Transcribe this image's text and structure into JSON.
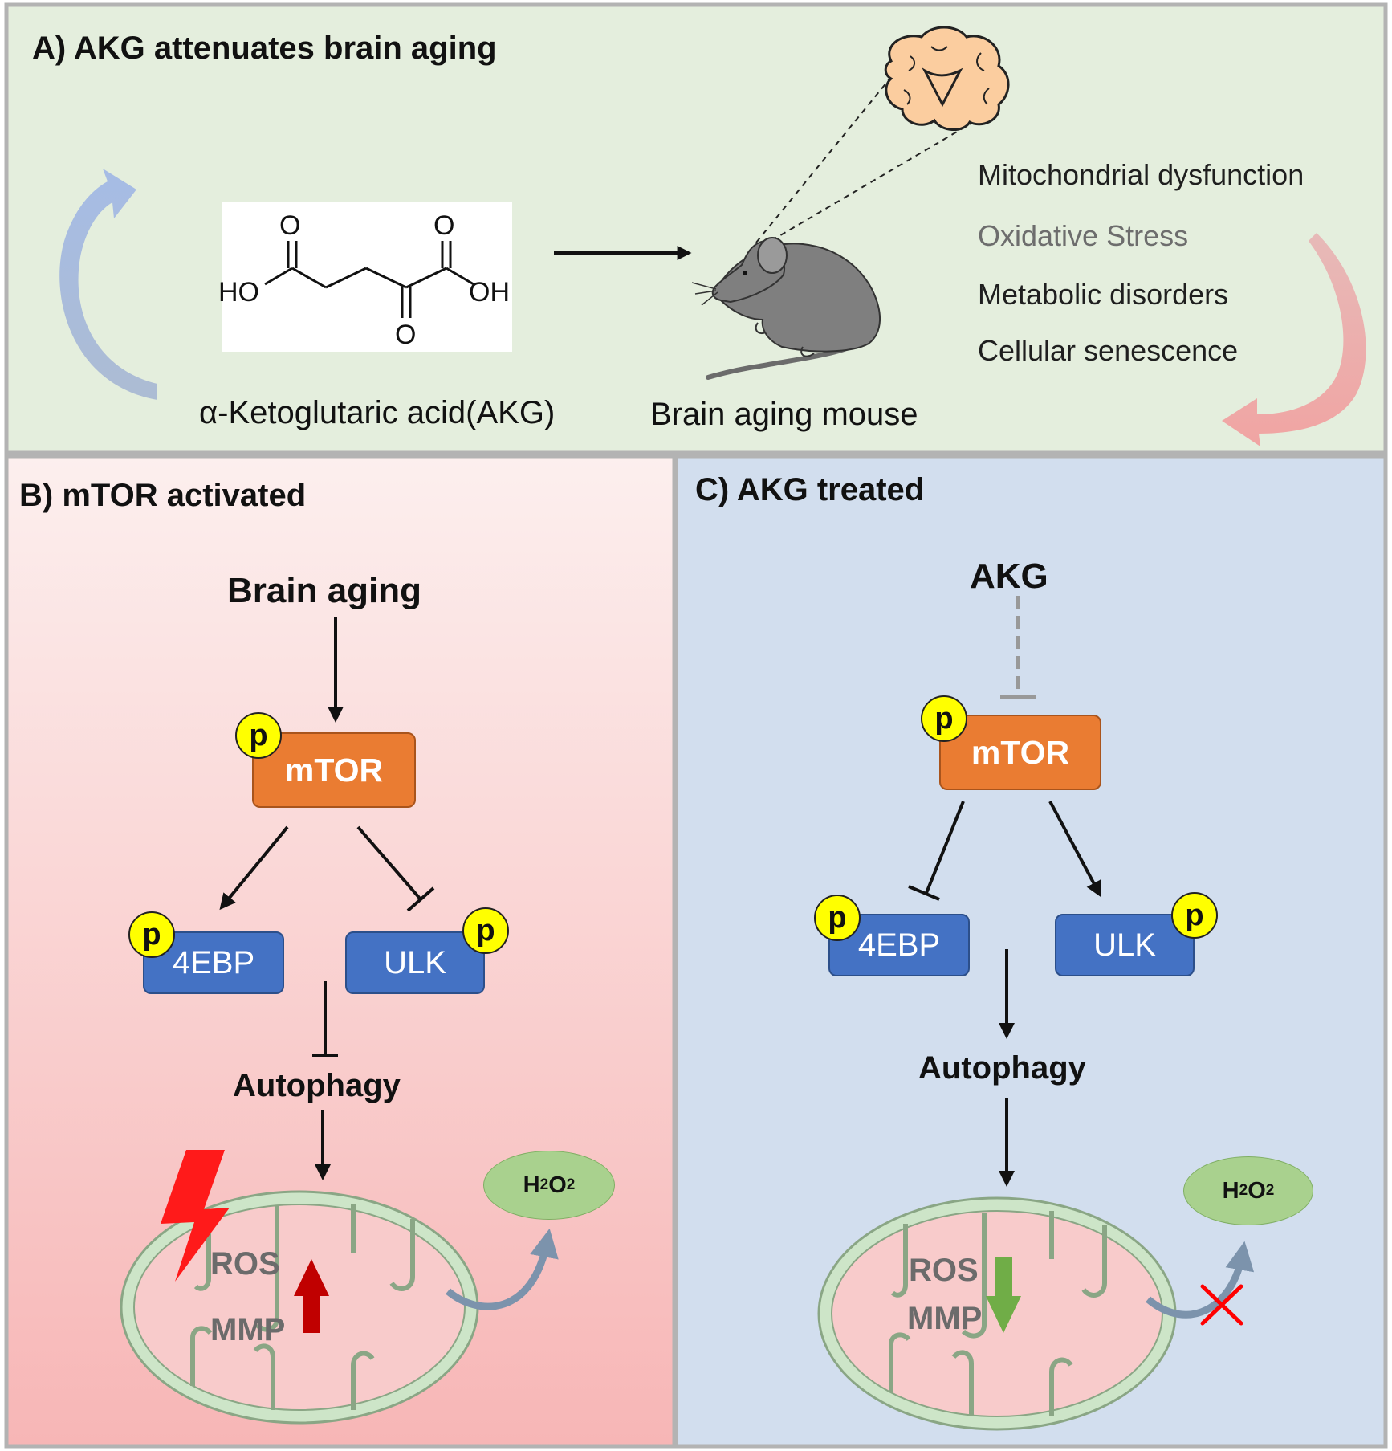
{
  "panel_a": {
    "title": "A) AKG attenuates brain aging",
    "molecule_caption": "α-Ketoglutaric acid(AKG)",
    "mouse_caption": "Brain aging mouse",
    "atoms": {
      "o_left_top": "O",
      "o_right_top": "O",
      "o_bottom": "O",
      "ho": "HO",
      "oh": "OH"
    },
    "hallmarks": [
      "Mitochondrial dysfunction",
      "Oxidative Stress",
      "Metabolic disorders",
      "Cellular senescence"
    ]
  },
  "panel_b": {
    "title": "B) mTOR activated",
    "trigger": "Brain aging",
    "mtor": "mTOR",
    "left_protein": "4EBP",
    "right_protein": "ULK",
    "phospho": "p",
    "process": "Autophagy",
    "ros": "ROS",
    "mmp": "MMP",
    "h2o2": {
      "base": "H",
      "sub1": "2",
      "mid": "O",
      "sub2": "2"
    }
  },
  "panel_c": {
    "title": "C) AKG treated",
    "trigger": "AKG",
    "mtor": "mTOR",
    "left_protein": "4EBP",
    "right_protein": "ULK",
    "phospho": "p",
    "process": "Autophagy",
    "ros": "ROS",
    "mmp": "MMP",
    "h2o2": {
      "base": "H",
      "sub1": "2",
      "mid": "O",
      "sub2": "2"
    }
  },
  "colors": {
    "panel_a_bg": "#e4eedd",
    "panel_b_bg_top": "#fcefee",
    "panel_b_bg_bottom": "#f7b6b6",
    "panel_c_bg": "#d2deee",
    "mtor_box": "#ea7c32",
    "protein_box": "#4472c4",
    "phospho_circle": "#ffff00",
    "h2o2_ellipse": "#a9d18e",
    "up_arrow": "#c00000",
    "down_arrow": "#70ad47",
    "blocked_cross": "#ff0000",
    "lightning": "#ff1a1a"
  },
  "icons": [
    "brain-icon",
    "mouse-icon",
    "mitochondrion-icon",
    "lightning-icon",
    "cycle-arrow-icon",
    "cross-icon"
  ]
}
